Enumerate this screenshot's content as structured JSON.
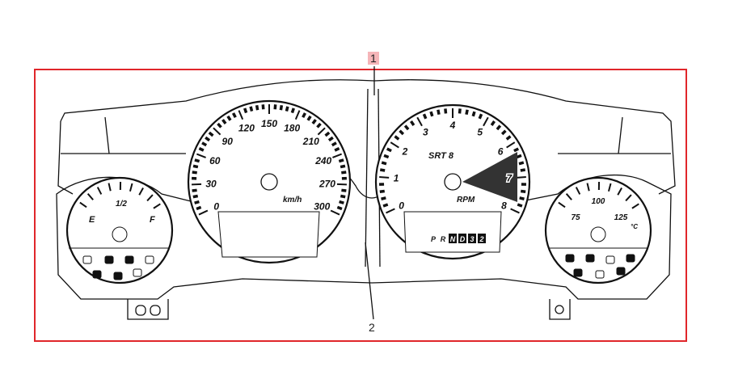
{
  "callouts": {
    "one": "1",
    "two": "2"
  },
  "colors": {
    "frame": "#e0262a",
    "callout_highlight": "#f5b5b8",
    "line": "#111111"
  },
  "speedometer": {
    "labels": [
      "0",
      "30",
      "60",
      "90",
      "120",
      "150",
      "180",
      "210",
      "240",
      "270",
      "300"
    ],
    "unit": "km/h"
  },
  "tachometer": {
    "labels": [
      "0",
      "1",
      "2",
      "3",
      "4",
      "5",
      "6",
      "7",
      "8"
    ],
    "brand": "SRT 8",
    "unit": "RPM",
    "gear_indicator": [
      "P",
      "R",
      "N",
      "D",
      "3",
      "2"
    ]
  },
  "fuel_gauge": {
    "labels": {
      "empty": "E",
      "half": "1/2",
      "full": "F"
    }
  },
  "temp_gauge": {
    "labels": [
      "75",
      "100",
      "125"
    ],
    "unit": "°C"
  },
  "icons": [
    "fuel-door-icon",
    "turn-left-icon",
    "seatbelt-icon",
    "tpms-icon",
    "brake-icon",
    "check-engine-icon",
    "turn-right-icon",
    "oil-pressure-icon",
    "airbag-icon",
    "coolant-icon",
    "headlight-icon",
    "battery-icon"
  ]
}
